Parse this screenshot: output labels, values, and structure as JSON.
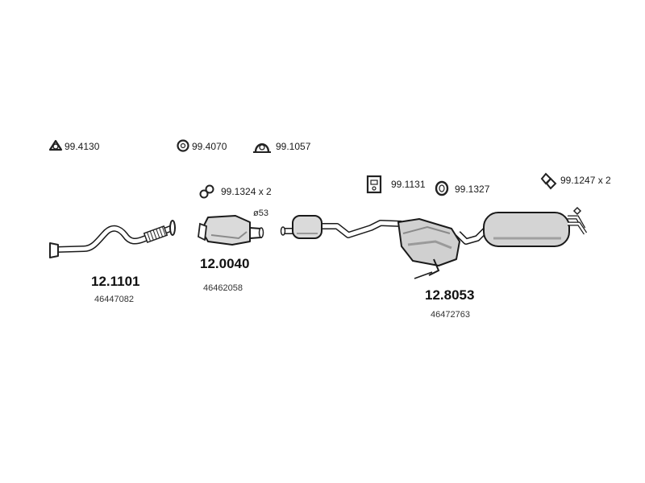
{
  "accessories": [
    {
      "code": "99.4130",
      "icon": "triangular-flange-gasket-icon"
    },
    {
      "code": "99.4070",
      "icon": "round-gasket-icon"
    },
    {
      "code": "99.1057",
      "icon": "pipe-clamp-icon"
    },
    {
      "code": "99.1324 x 2",
      "icon": "double-ring-hanger-icon"
    },
    {
      "code": "99.1131",
      "icon": "rubber-hanger-block-icon"
    },
    {
      "code": "99.1327",
      "icon": "oval-rubber-ring-icon"
    },
    {
      "code": "99.1247 x 2",
      "icon": "rubber-mount-icon"
    }
  ],
  "parts": [
    {
      "number": "12.1101",
      "oem": "46447082",
      "name": "front-pipe"
    },
    {
      "number": "12.0040",
      "oem": "46462058",
      "name": "catalytic-converter",
      "diameter": "ø53"
    },
    {
      "number": "12.8053",
      "oem": "46472763",
      "name": "rear-silencer-assembly"
    }
  ],
  "colors": {
    "line": "#1a1a1a",
    "body": "#d4d4d4",
    "shade": "#9a9a9a"
  }
}
